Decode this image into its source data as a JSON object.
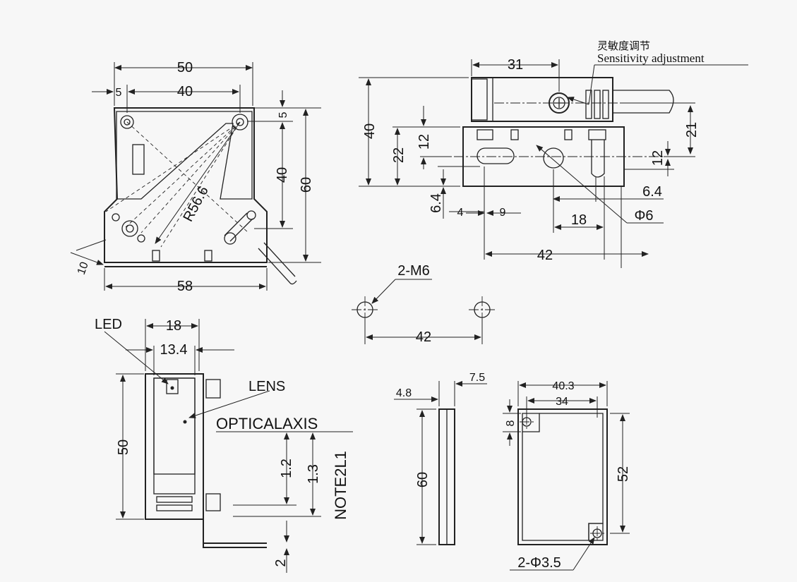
{
  "drawing": {
    "front_view": {
      "width_total": "50",
      "offset": "5",
      "hole_span": "40",
      "top_offset": "5",
      "hole_vertical": "40",
      "height_total": "60",
      "radius": "R56.6",
      "angle": "10",
      "base_width": "58"
    },
    "side_view": {
      "sensitivity_cn": "灵敏度调节",
      "sensitivity_en": "Sensitivity adjustment",
      "width_top": "31",
      "height_total": "40",
      "height_22": "22",
      "height_12a": "12",
      "height_6_4a": "6.4",
      "dim_4": "4",
      "dim_9": "9",
      "dim_21": "21",
      "height_12b": "12",
      "dim_6_4b": "6.4",
      "hole_dia": "Φ6",
      "dim_18": "18",
      "dim_42": "42"
    },
    "mount_holes": {
      "label": "2-M6",
      "spacing": "42"
    },
    "bottom_left": {
      "led": "LED",
      "width_18": "18",
      "width_13_4": "13.4",
      "lens": "LENS",
      "optical_axis": "OPTICALAXIS",
      "height_50": "50",
      "dim_1_2": "1.2",
      "dim_1_3": "1.3",
      "note": "NOTE2L1",
      "dim_2": "2"
    },
    "plate_side": {
      "dim_4_8": "4.8",
      "dim_7_5": "7.5",
      "height_60": "60"
    },
    "plate_front": {
      "width_40_3": "40.3",
      "width_34": "34",
      "dim_8": "8",
      "height_52": "52",
      "holes": "2-Φ3.5"
    }
  }
}
